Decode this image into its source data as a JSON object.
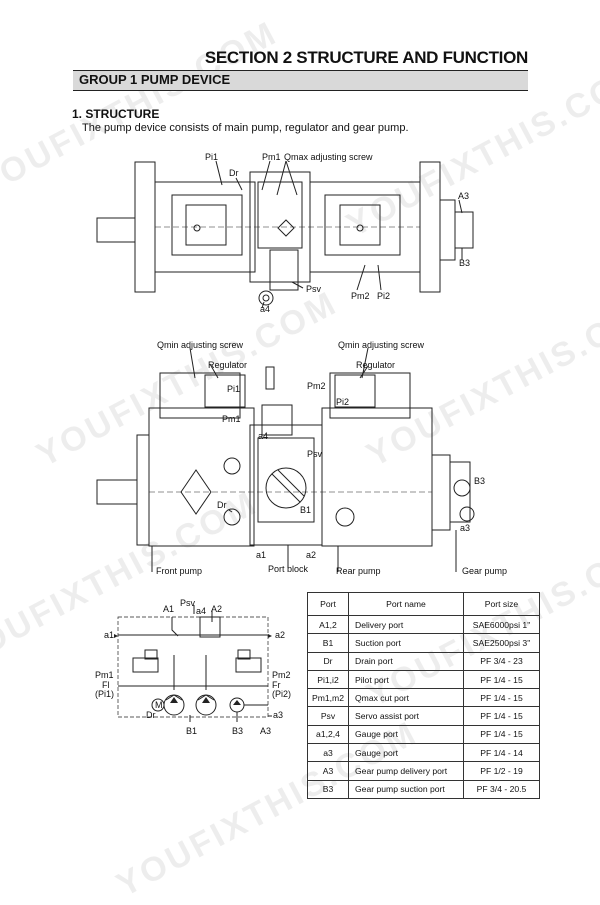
{
  "header": {
    "section_title": "SECTION 2  STRUCTURE AND FUNCTION",
    "group_title": "GROUP  1  PUMP DEVICE"
  },
  "structure": {
    "heading": "1. STRUCTURE",
    "description": "The pump device consists of main pump, regulator and gear pump."
  },
  "top_view_labels": {
    "pi1": "Pi1",
    "pm1": "Pm1",
    "qmax": "Qmax adjusting screw",
    "dr": "Dr",
    "a3": "A3",
    "b3": "B3",
    "psv": "Psv",
    "a4": "a4",
    "pm2": "Pm2",
    "pi2": "Pi2"
  },
  "side_view_labels": {
    "qmin_left": "Qmin adjusting screw",
    "qmin_right": "Qmin adjusting screw",
    "regulator_left": "Regulator",
    "regulator_right": "Regulator",
    "pi1": "Pi1",
    "pm2": "Pm2",
    "pi2": "Pi2",
    "pm1": "Pm1",
    "a4": "a4",
    "psv": "Psv",
    "b3": "B3",
    "dr": "Dr",
    "b1": "B1",
    "a3": "a3",
    "a1": "a1",
    "a2": "a2",
    "front_pump": "Front pump",
    "port_block": "Port block",
    "rear_pump": "Rear pump",
    "gear_pump": "Gear pump"
  },
  "schematic_labels": {
    "a1_top": "A1",
    "psv": "Psv",
    "a4": "a4",
    "a2_top": "A2",
    "a1_left": "a1",
    "a2_right": "a2",
    "pm1": "Pm1",
    "fl": "Fl",
    "pi1": "(Pi1)",
    "pm2": "Pm2",
    "fr": "Fr",
    "pi2": "(Pi2)",
    "m": "M",
    "dr": "Dr",
    "b1": "B1",
    "b3": "B3",
    "a3_cap": "A3",
    "a3_small": "a3"
  },
  "port_table": {
    "headers": [
      "Port",
      "Port name",
      "Port size"
    ],
    "rows": [
      [
        "A1,2",
        "Delivery port",
        "SAE6000psi 1\""
      ],
      [
        "B1",
        "Suction port",
        "SAE2500psi 3\""
      ],
      [
        "Dr",
        "Drain port",
        "PF 3/4 - 23"
      ],
      [
        "Pi1,i2",
        "Pilot port",
        "PF 1/4 - 15"
      ],
      [
        "Pm1,m2",
        "Qmax cut port",
        "PF 1/4 - 15"
      ],
      [
        "Psv",
        "Servo assist port",
        "PF 1/4 - 15"
      ],
      [
        "a1,2,4",
        "Gauge port",
        "PF 1/4 - 15"
      ],
      [
        "a3",
        "Gauge port",
        "PF 1/4 - 14"
      ],
      [
        "A3",
        "Gear pump delivery port",
        "PF 1/2 - 19"
      ],
      [
        "B3",
        "Gear pump suction port",
        "PF 3/4 - 20.5"
      ]
    ]
  },
  "watermark": "YOUFIXTHIS.COM"
}
